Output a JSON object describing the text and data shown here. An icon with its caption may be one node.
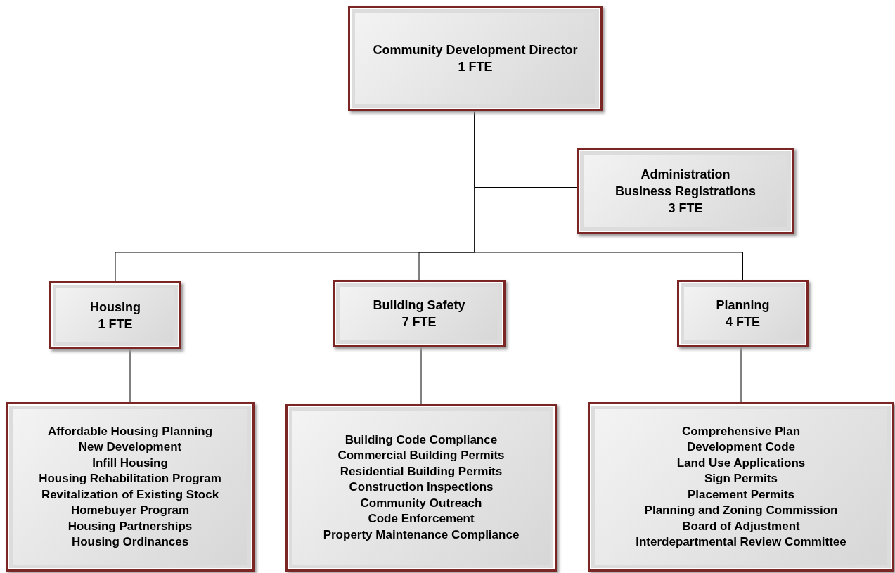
{
  "diagram": {
    "nodes": [
      {
        "text": [
          "Community Development Director",
          "1 FTE"
        ]
      },
      {
        "text": [
          "Administration",
          "Business Registrations",
          "3 FTE"
        ]
      },
      {
        "text": [
          "Housing",
          "1 FTE"
        ]
      },
      {
        "text": [
          "Building Safety",
          "7 FTE"
        ]
      },
      {
        "text": [
          "Planning",
          "4 FTE"
        ]
      },
      {
        "text": [
          "Affordable Housing Planning",
          "New Development",
          "Infill Housing",
          "Housing Rehabilitation Program",
          "Revitalization of Existing Stock",
          "Homebuyer Program",
          "Housing Partnerships",
          "Housing Ordinances"
        ]
      },
      {
        "text": [
          "Building Code Compliance",
          "Commercial Building Permits",
          "Residential Building Permits",
          "Construction Inspections",
          "Community Outreach",
          "Code Enforcement",
          "Property Maintenance Compliance"
        ]
      },
      {
        "text": [
          "Comprehensive Plan",
          "Development Code",
          "Land Use Applications",
          "Sign Permits",
          "Placement Permits",
          "Planning and Zoning Commission",
          "Board of Adjustment",
          "Interdepartmental Review Committee"
        ]
      }
    ],
    "edges": [
      {
        "from": 0,
        "to": 1,
        "arrow": "none"
      },
      {
        "from": 0,
        "to": 2,
        "arrow": "none"
      },
      {
        "from": 0,
        "to": 3,
        "arrow": "none"
      },
      {
        "from": 0,
        "to": 4,
        "arrow": "none"
      },
      {
        "from": 2,
        "to": 5,
        "arrow": "none"
      },
      {
        "from": 3,
        "to": 6,
        "arrow": "none"
      },
      {
        "from": 4,
        "to": 7,
        "arrow": "none"
      }
    ]
  }
}
